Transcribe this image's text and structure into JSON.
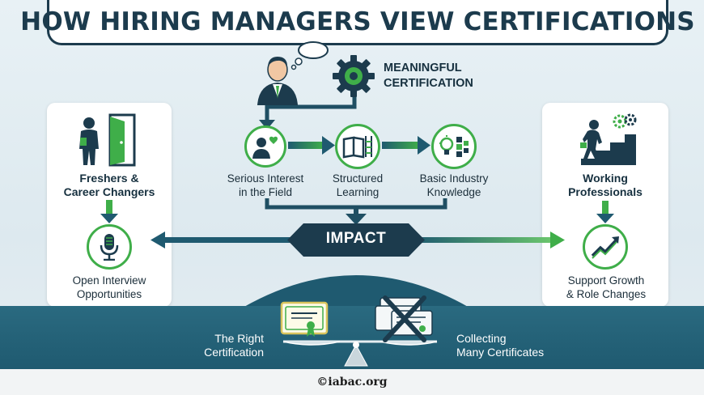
{
  "title": "HOW HIRING MANAGERS VIEW CERTIFICATIONS",
  "top": {
    "label": "MEANINGFUL\nCERTIFICATION",
    "icons": [
      "manager-icon",
      "gear-icon",
      "thought-bubble-icon"
    ]
  },
  "steps": [
    {
      "label": "Serious Interest\nin the Field",
      "icon": "person-heart-icon"
    },
    {
      "label": "Structured\nLearning",
      "icon": "book-ladder-icon"
    },
    {
      "label": "Basic Industry\nKnowledge",
      "icon": "lightbulb-blocks-icon"
    }
  ],
  "impact": {
    "label": "IMPACT"
  },
  "left_panel": {
    "heading": "Freshers &\nCareer Changers",
    "outcome": "Open Interview\nOpportunities",
    "icons": [
      "person-door-icon",
      "microphone-icon"
    ]
  },
  "right_panel": {
    "heading": "Working\nProfessionals",
    "outcome": "Support Growth\n& Role Changes",
    "icons": [
      "person-stairs-gears-icon",
      "growth-chart-icon"
    ]
  },
  "balance": {
    "left_label": "The Right\nCertification",
    "right_label": "Collecting\nMany Certificates",
    "icons": [
      "certificate-icon",
      "crossed-certificates-icon",
      "scale-icon"
    ]
  },
  "footer": {
    "credit": "©iabac.org"
  },
  "colors": {
    "navy": "#1c3b4d",
    "teal": "#1f5a70",
    "green": "#3fae49",
    "background": "#e8f1f5"
  }
}
